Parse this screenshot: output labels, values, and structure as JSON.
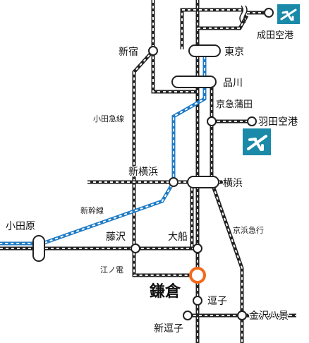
{
  "stations": {
    "shinjuku": "新宿",
    "tokyo": "東京",
    "shinagawa": "品川",
    "keikyu_kamata": "京急蒲田",
    "haneda": "羽田空港",
    "narita": "成田空港",
    "shin_yokohama": "新横浜",
    "yokohama": "横浜",
    "odawara": "小田原",
    "fujisawa": "藤沢",
    "ofuna": "大船",
    "kamakura": "鎌倉",
    "zushi": "逗子",
    "shin_zushi": "新逗子",
    "kanazawa_hakkei": "金沢八景"
  },
  "lines": {
    "odakyu": "小田急線",
    "shinkansen": "新幹線",
    "keihin_kyuko": "京浜急行",
    "enoden": "江ノ電"
  },
  "icons": {
    "airport": "airplane-icon"
  },
  "colors": {
    "rail_dark": "#222222",
    "shinkansen_blue": "#1f7bc4",
    "airport_teal": "#1a8aa8",
    "kamakura_highlight": "#f26a1b"
  }
}
